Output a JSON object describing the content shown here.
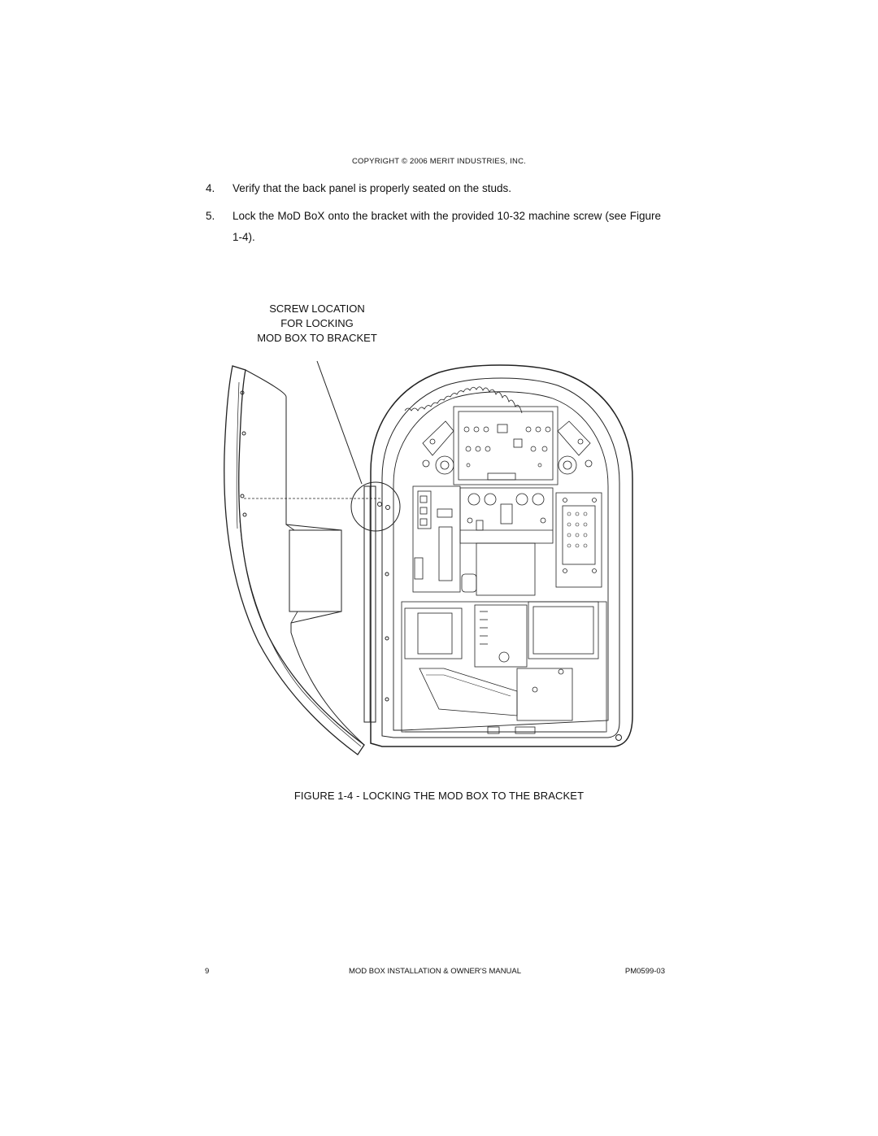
{
  "header": {
    "copyright": "COPYRIGHT © 2006 MERIT INDUSTRIES, INC."
  },
  "steps": [
    {
      "number": "4.",
      "text": "Verify that the back panel is properly seated on the studs."
    },
    {
      "number": "5.",
      "text": "Lock the MoD BoX onto the bracket with the provided 10-32 machine screw (see Figure 1-4)."
    }
  ],
  "figure": {
    "callout_lines": [
      "SCREW LOCATION",
      "FOR LOCKING",
      "MOD BOX TO BRACKET"
    ],
    "caption": "FIGURE 1-4 - LOCKING THE MOD BOX TO THE BRACKET"
  },
  "footer": {
    "page_number": "9",
    "manual_title": "MOD BOX INSTALLATION & OWNER'S MANUAL",
    "document_code": "PM0599-03"
  }
}
